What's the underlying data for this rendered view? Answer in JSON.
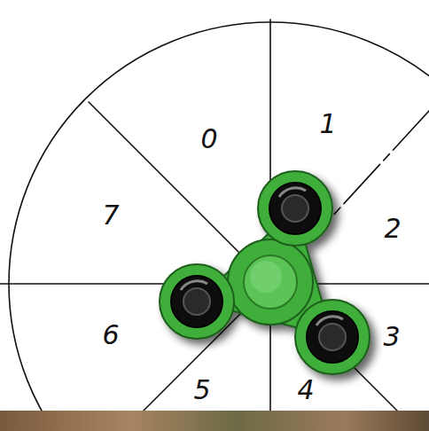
{
  "diagram": {
    "labels": [
      "0",
      "1",
      "7",
      "2",
      "6",
      "3",
      "5",
      "4"
    ]
  }
}
